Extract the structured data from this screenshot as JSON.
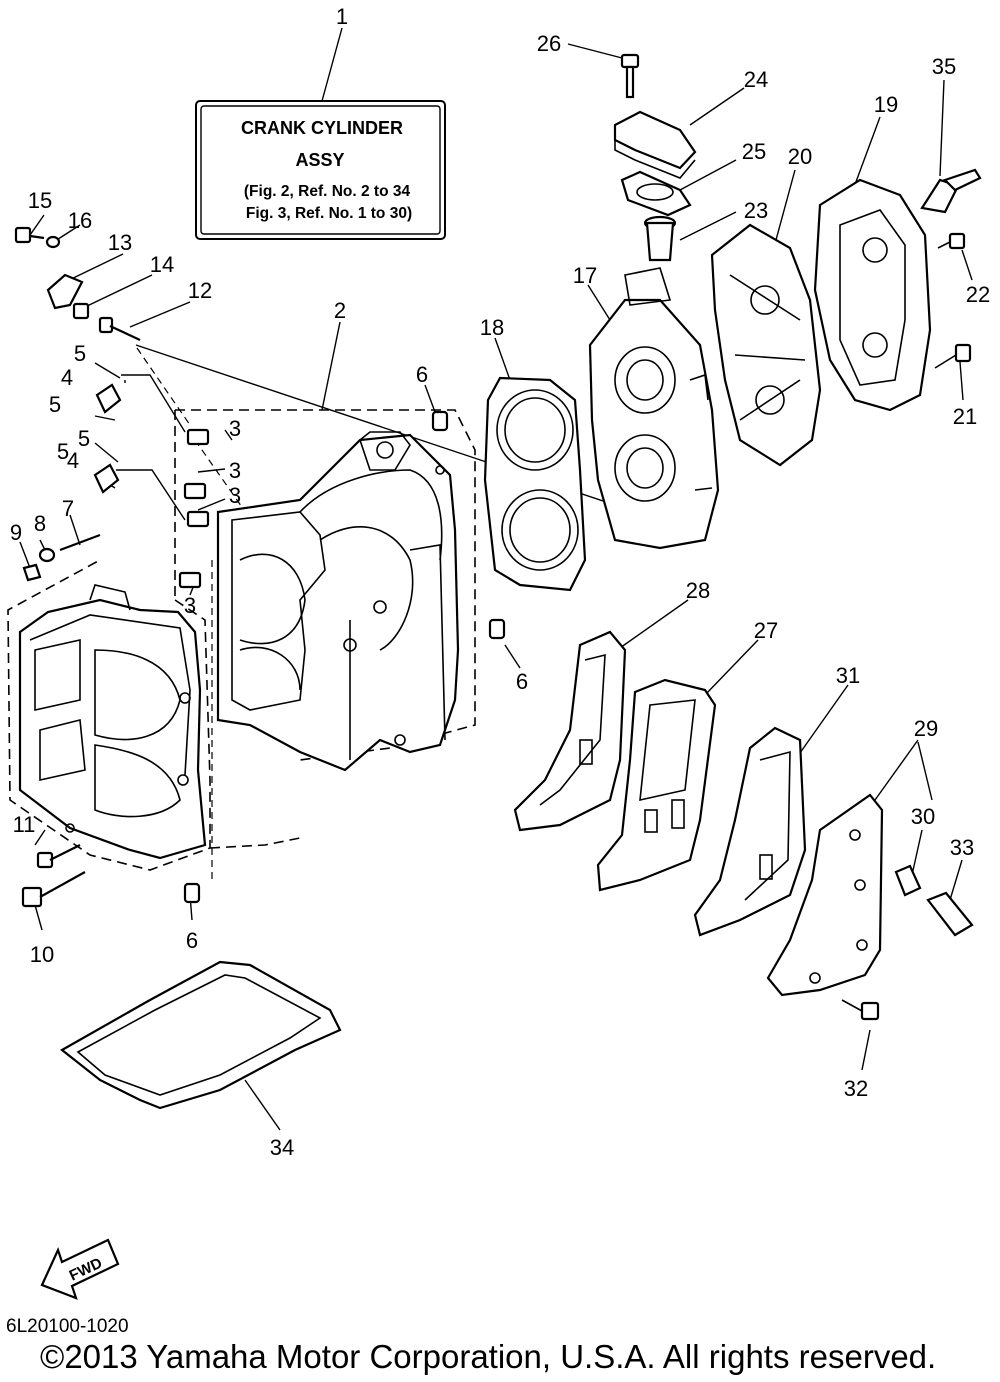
{
  "assy_box": {
    "line1": "CRANK CYLINDER",
    "line2": "ASSY",
    "line3": "(Fig. 2, Ref. No. 2 to 34",
    "line4": "Fig. 3, Ref. No. 1 to 30)"
  },
  "callouts": {
    "c1": "1",
    "c2": "2",
    "c3a": "3",
    "c3b": "3",
    "c3c": "3",
    "c3d": "3",
    "c4a": "4",
    "c4b": "4",
    "c5a": "5",
    "c5b": "5",
    "c5c": "5",
    "c5d": "5",
    "c6a": "6",
    "c6b": "6",
    "c6c": "6",
    "c7": "7",
    "c8": "8",
    "c9": "9",
    "c10": "10",
    "c11": "11",
    "c12": "12",
    "c13": "13",
    "c14": "14",
    "c15": "15",
    "c16": "16",
    "c17": "17",
    "c18": "18",
    "c19": "19",
    "c20": "20",
    "c21": "21",
    "c22": "22",
    "c23": "23",
    "c24": "24",
    "c25": "25",
    "c26": "26",
    "c27": "27",
    "c28": "28",
    "c29": "29",
    "c30": "30",
    "c31": "31",
    "c32": "32",
    "c33": "33",
    "c34": "34",
    "c35": "35"
  },
  "fwd_label": "FWD",
  "doc_code": "6L20100-1020",
  "copyright": "©2013 Yamaha Motor Corporation, U.S.A. All rights reserved."
}
